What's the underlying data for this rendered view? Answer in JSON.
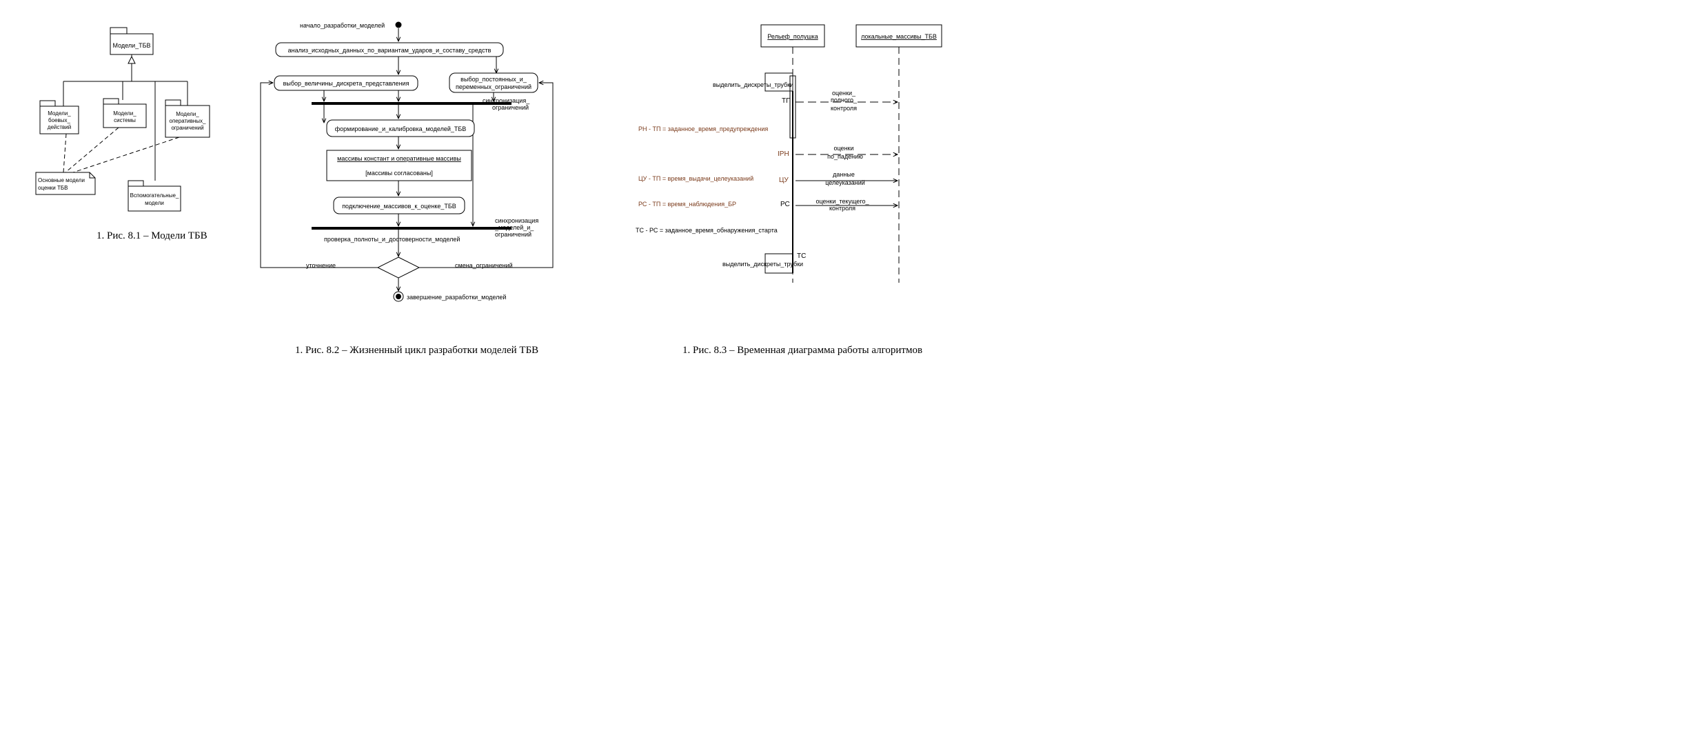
{
  "fig1": {
    "root": "Модели_ТБВ",
    "pkg_combat_1": "Модели_",
    "pkg_combat_2": "боевых_",
    "pkg_combat_3": "действий",
    "pkg_system_1": "Модели_",
    "pkg_system_2": "системы",
    "pkg_oper_1": "Модели_",
    "pkg_oper_2": "оперативных_",
    "pkg_oper_3": "ограничений",
    "note_1": "Основные модели",
    "note_2": "оценки ТБВ",
    "pkg_aux_1": "Вспомогательные_",
    "pkg_aux_2": "модели",
    "caption": "1.  Рис. 8.1 – Модели ТБВ"
  },
  "fig2": {
    "start": "начало_разработки_моделей",
    "analysis": "анализ_исходных_данных_по_вариантам_ударов_и_составу_средств",
    "choose_discrete": "выбор_величины_дискрета_представления",
    "choose_const_1": "выбор_постоянных_и_",
    "choose_const_2": "переменных_ограничений",
    "sync1_1": "синхронизация_",
    "sync1_2": "ограничений",
    "forming": "формирование_и_калибровка_моделей_ТБВ",
    "arrays": "массивы констант и оперативные массивы",
    "arrays_guard": "[массивы согласованы]",
    "connect": "подключение_массивов_к_оценке_ТБВ",
    "sync2_1": "синхронизация",
    "sync2_2": "_моделей_и_",
    "sync2_3": "ограничений",
    "check": "проверка_полноты_и_достоверности_моделей",
    "refine": "уточнение",
    "change": "смена_ограничений",
    "end": "завершение_разработки_моделей",
    "caption": "1.  Рис. 8.2 – Жизненный цикл разработки моделей ТБВ"
  },
  "fig3": {
    "lifeline1": "Рельеф_полушка",
    "lifeline2": "локальные_массивы_ТБВ",
    "select_top": "выделить_дискреты_трубки",
    "tp": "ТП",
    "msg1_1": "оценки_",
    "msg1_2": "полного_",
    "msg1_3": "контроля",
    "note1": "РН - ТП = заданное_время_предупреждения",
    "irn": "IРН",
    "msg2_1": "оценки",
    "msg2_2": "по_падению",
    "note2": "ЦУ - ТП = время_выдачи_целеуказаний",
    "cu": "ЦУ",
    "msg3_1": "данные",
    "msg3_2": "целеуказаний",
    "note3": "РС - ТП = время_наблюдения_БР",
    "rs": "РС",
    "msg4_1": "оценки_текущего_",
    "msg4_2": "контроля",
    "note4": "ТС - РС = заданное_время_обнаружения_старта",
    "tc": "ТС",
    "select_bottom": "выделить_дискреты_трубки",
    "caption": "1.  Рис. 8.3 – Временная диаграмма работы алгоритмов"
  }
}
